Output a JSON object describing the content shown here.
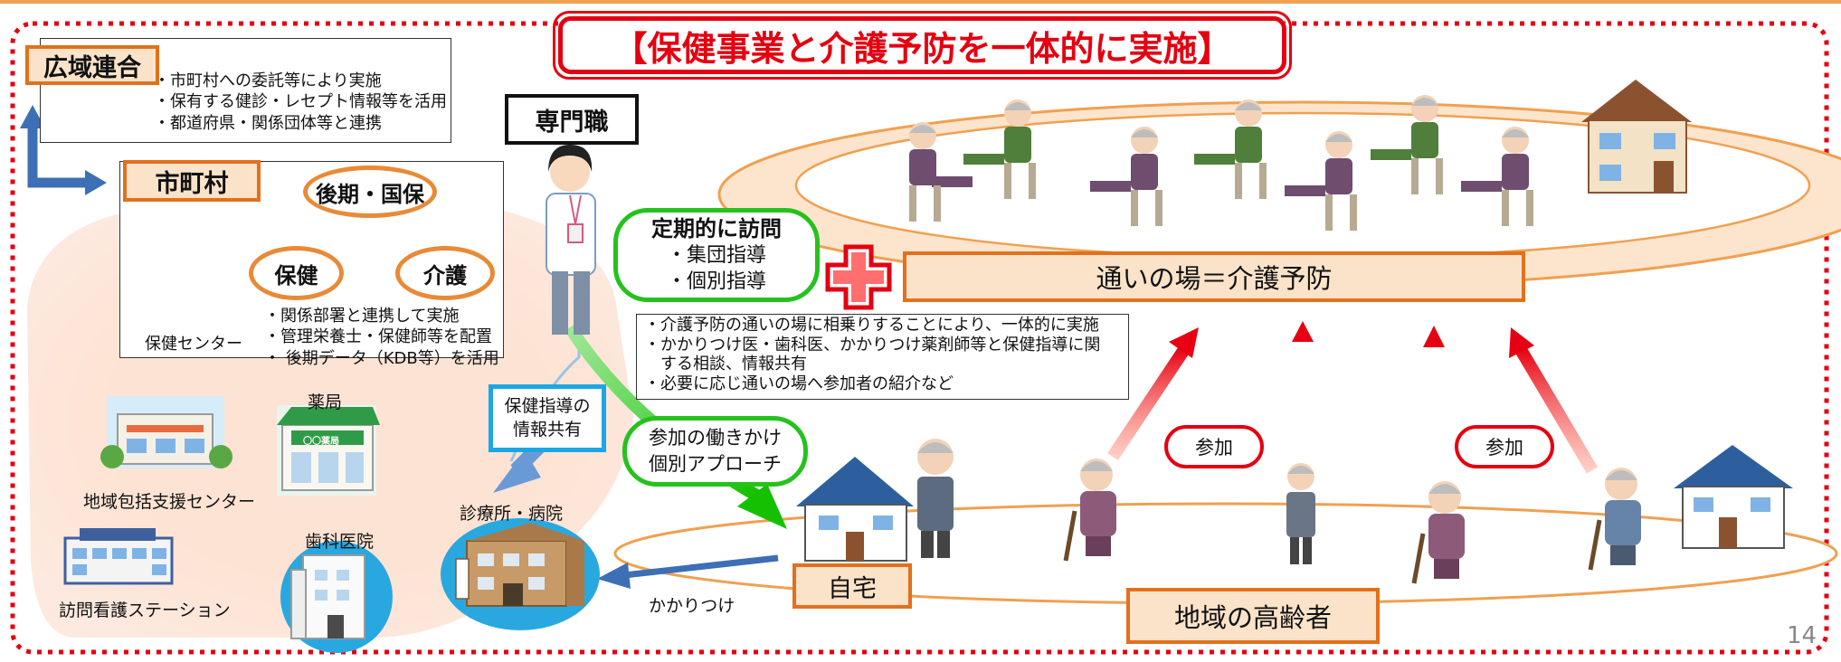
{
  "title": "【保健事業と介護予防を一体的に実施】",
  "page_number": "14",
  "koiki": {
    "label": "広域連合",
    "notes": [
      "・市町村への委託等により実施",
      "・保有する健診・レセプト情報等を活用",
      "・都道府県・関係団体等と連携"
    ]
  },
  "shichoson": {
    "label": "市町村",
    "kouki_kokuho": "後期・国保",
    "hoken": "保健",
    "kaigo": "介護",
    "center_label": "保健センター",
    "notes": [
      "・関係部署と連携して実施",
      "・管理栄養士・保健師等を配置",
      "・ 後期データ（KDB等）を活用"
    ]
  },
  "facilities": {
    "houkatsu": "地域包括支援センター",
    "yakkyoku": "薬局",
    "houmon": "訪問看護ステーション",
    "shika": "歯科医院",
    "shinryo": "診療所・病院",
    "pharmacy_sign": "〇〇薬局"
  },
  "senmonshoku": "専門職",
  "visit": {
    "title": "定期的に訪問",
    "items": [
      "・集団指導",
      "・個別指導"
    ]
  },
  "kayoi_ba": "通いの場＝介護予防",
  "coop_notes": [
    "・介護予防の通いの場に相乗りすることにより、一体的に実施",
    "・かかりつけ医・歯科医、かかりつけ薬剤師等と保健指導に関",
    "　する相談、情報共有",
    "・必要に応じ通いの場へ参加者の紹介など"
  ],
  "info_share": [
    "保健指導の",
    "情報共有"
  ],
  "approach": [
    "参加の働きかけ",
    "個別アプローチ"
  ],
  "sanka": "参加",
  "jitaku": "自宅",
  "kakaritsuke": "かかりつけ",
  "koureisha": "地域の高齢者",
  "colors": {
    "accent_red": "#e40010",
    "orange": "#e2701c",
    "green": "#25c21d",
    "blue": "#3c6fb6",
    "light_blue": "#1ba7e6"
  }
}
